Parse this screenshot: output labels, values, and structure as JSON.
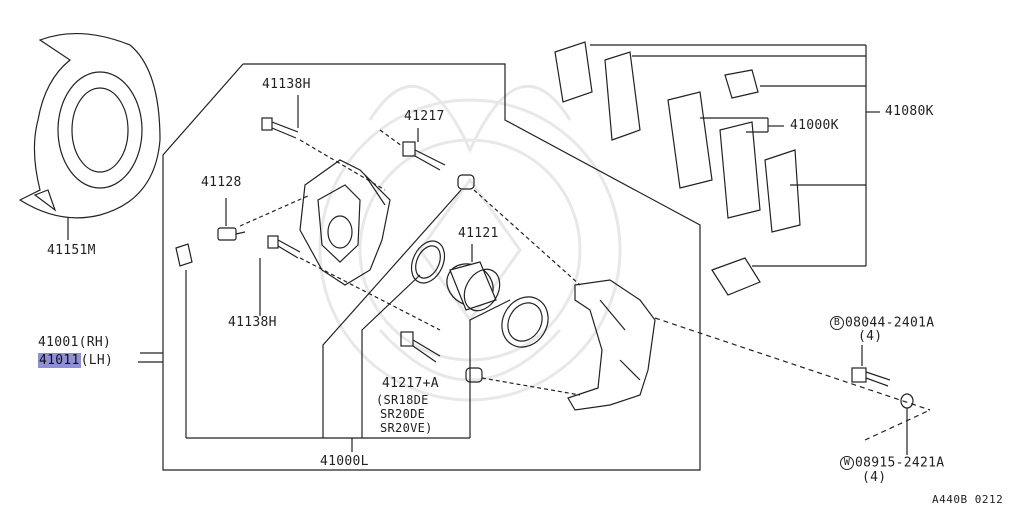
{
  "parts": {
    "shield": "41151M",
    "pin_bolt_top": "41138H",
    "pin_bolt_bottom": "41138H",
    "bleeder": "41128",
    "slide_pin": "41217",
    "piston": "41121",
    "pad_kit": "41000K",
    "pad_hardware_kit": "41080K",
    "caliper_rh": "41001(RH)",
    "caliper_lh": "41011",
    "caliper_lh_suffix": "(LH)",
    "pin_kit": "41217+A",
    "engine_1": "(SR18DE",
    "engine_2": "SR20DE",
    "engine_3": "SR20VE)",
    "caliper_assy": "41000L",
    "bolt_symbol": "B",
    "bolt_code": "08044-2401A",
    "bolt_qty": "(4)",
    "washer_symbol": "W",
    "washer_code": "08915-2421A",
    "washer_qty": "(4)"
  },
  "diagram_code": "A440B 0212",
  "colors": {
    "line": "#222222",
    "highlight": "#8f8fd6",
    "watermark": "#e6e6e6"
  }
}
